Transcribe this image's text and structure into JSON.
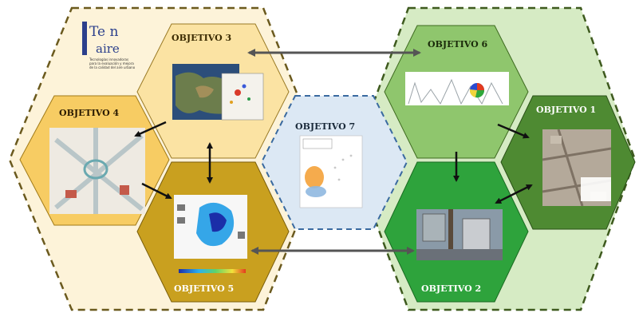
{
  "logo": {
    "name_top": "Te n",
    "name_bottom": "aire",
    "tagline": [
      "Tecnologías innovadoras",
      "para la evaluación y mejora",
      "de la calidad del aire urbano"
    ]
  },
  "objectives": [
    {
      "id": "obj3",
      "label": "OBJETIVO 3"
    },
    {
      "id": "obj4",
      "label": "OBJETIVO 4"
    },
    {
      "id": "obj5",
      "label": "OBJETIVO 5"
    },
    {
      "id": "obj7",
      "label": "OBJETIVO 7"
    },
    {
      "id": "obj6",
      "label": "OBJETIVO 6"
    },
    {
      "id": "obj1",
      "label": "OBJETIVO 1"
    },
    {
      "id": "obj2",
      "label": "OBJETIVO 2"
    }
  ],
  "colors": {
    "left_group_bg": "#fdf3d9",
    "left_group_border": "#6b5a1e",
    "right_group_bg": "#d6ebc4",
    "right_group_border": "#3e5a1e",
    "obj3": "#fbe3a3",
    "obj4": "#f7cc63",
    "obj5": "#c9a01f",
    "obj7": "#dce8f4",
    "obj7_border": "#3a6aa0",
    "obj6": "#8fc66d",
    "obj1": "#4e8a32",
    "obj2": "#2ea33c",
    "arrow_black": "#111111",
    "arrow_gray": "#555555"
  }
}
